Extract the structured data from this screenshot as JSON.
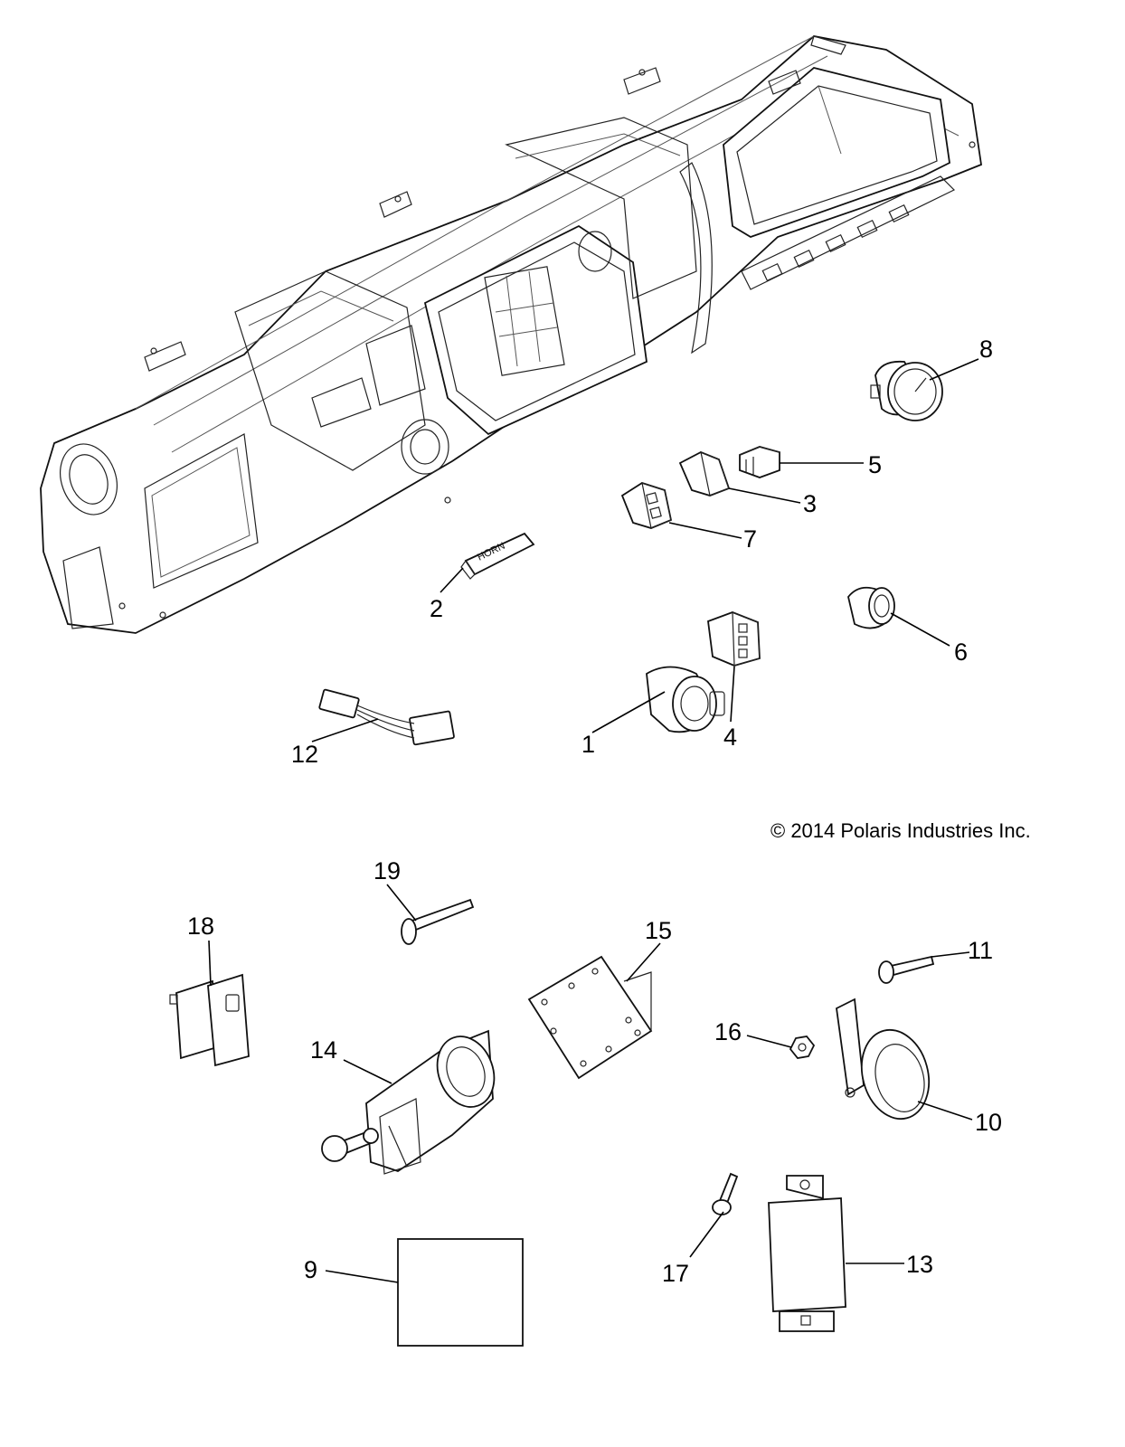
{
  "copyright": "© 2014 Polaris Industries Inc.",
  "callouts": [
    {
      "id": "1",
      "text": "1"
    },
    {
      "id": "2",
      "text": "2"
    },
    {
      "id": "3",
      "text": "3"
    },
    {
      "id": "4",
      "text": "4"
    },
    {
      "id": "5",
      "text": "5"
    },
    {
      "id": "6",
      "text": "6"
    },
    {
      "id": "7",
      "text": "7"
    },
    {
      "id": "8",
      "text": "8"
    },
    {
      "id": "9",
      "text": "9"
    },
    {
      "id": "10",
      "text": "10"
    },
    {
      "id": "11",
      "text": "11"
    },
    {
      "id": "12",
      "text": "12"
    },
    {
      "id": "13",
      "text": "13"
    },
    {
      "id": "14",
      "text": "14"
    },
    {
      "id": "15",
      "text": "15"
    },
    {
      "id": "16",
      "text": "16"
    },
    {
      "id": "17",
      "text": "17"
    },
    {
      "id": "18",
      "text": "18"
    },
    {
      "id": "19",
      "text": "19"
    }
  ],
  "switch_label": "HORN"
}
